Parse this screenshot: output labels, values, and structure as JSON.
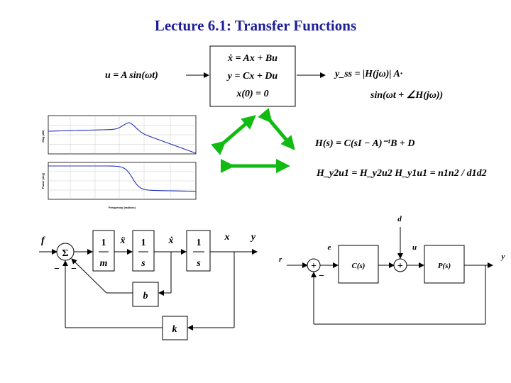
{
  "title": "Lecture 6.1: Transfer Functions",
  "colors": {
    "title": "#1f1f99",
    "arrow": "#11bb11",
    "plot_line": "#2233bb"
  },
  "state_space": {
    "input": "u = A sin(ωt)",
    "eq1": "ẋ = Ax + Bu",
    "eq2": "y = Cx + Du",
    "eq3": "x(0) = 0",
    "output_line1": "y_ss = |H(jω)| A·",
    "output_line2": "sin(ωt + ∠H(jω))"
  },
  "transfer": {
    "eq": "H(s) = C(sI − A)⁻¹B + D",
    "series": "H_y2u1 = H_y2u2 H_y1u1 = n1n2 / d1d2"
  },
  "bode": {
    "mag_ylabel": "Mag (dB)",
    "phase_ylabel": "Phase (deg)",
    "xlabel": "Frequency (rad/sec)"
  },
  "block1": {
    "input": "f",
    "sum": "Σ",
    "minus1": "−",
    "minus2": "−",
    "gain_num": "1",
    "gain_den": "m",
    "int1_num": "1",
    "int1_den": "s",
    "int2_num": "1",
    "int2_den": "s",
    "sig_xddot": "ẍ",
    "sig_xdot": "ẋ",
    "sig_x": "x",
    "output": "y",
    "damper": "b",
    "spring": "k"
  },
  "block2": {
    "ref": "r",
    "err": "e",
    "controller": "C(s)",
    "disturbance": "d",
    "control": "u",
    "plant": "P(s)",
    "output": "y",
    "sum1_sign": "+",
    "sum1_fb_sign": "−",
    "sum2_sign": "+"
  }
}
